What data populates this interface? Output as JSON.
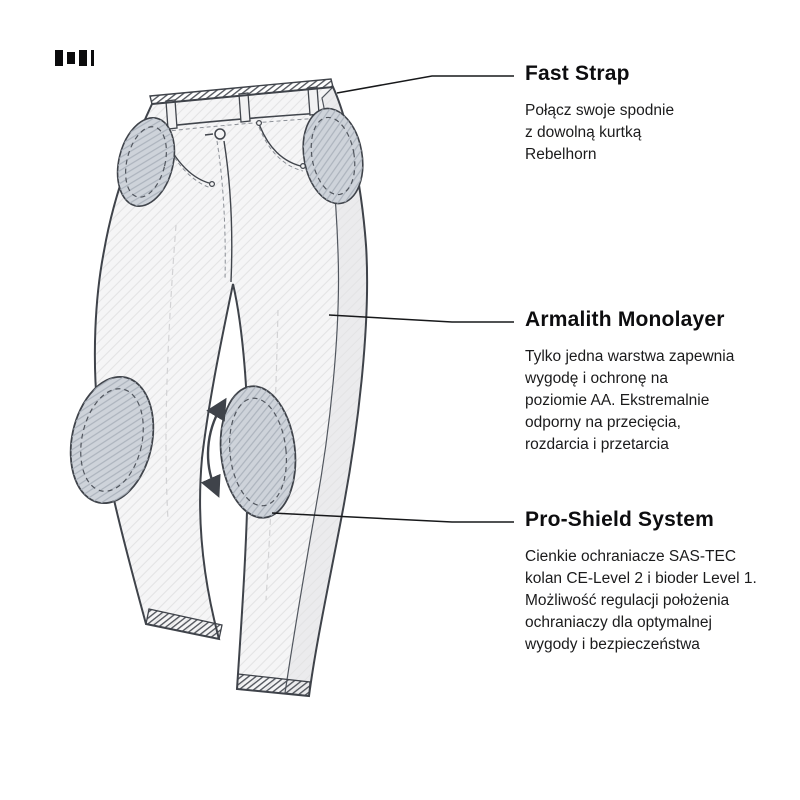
{
  "colors": {
    "background": "#ffffff",
    "outline": "#3f434a",
    "text": "#1b1b1c",
    "pants_fill": "#f5f5f6",
    "protector_fill": "#ced3da"
  },
  "brand": {
    "logo_icon": "rebelhorn-logo-mark"
  },
  "illustration": {
    "subject_icon": "motorcycle-jeans-technical-drawing",
    "parts": [
      "hip-protector-left",
      "hip-protector-right",
      "knee-protector-left",
      "knee-protector-right",
      "adjustment-arrow"
    ]
  },
  "features": [
    {
      "title": "Fast Strap",
      "description": "Połącz swoje spodnie\nz dowolną kurtką\nRebelhorn"
    },
    {
      "title": "Armalith Monolayer",
      "description": "Tylko jedna warstwa zapewnia\nwygodę i ochronę na\npoziomie AA. Ekstremalnie\nodporny na przecięcia,\nrozdarcia i przetarcia"
    },
    {
      "title": "Pro-Shield System",
      "description": "Cienkie ochraniacze SAS-TEC\nkolan CE-Level 2 i bioder Level 1.\nMożliwość regulacji położenia\nochraniaczy dla optymalnej\nwygody i bezpieczeństwa"
    }
  ]
}
